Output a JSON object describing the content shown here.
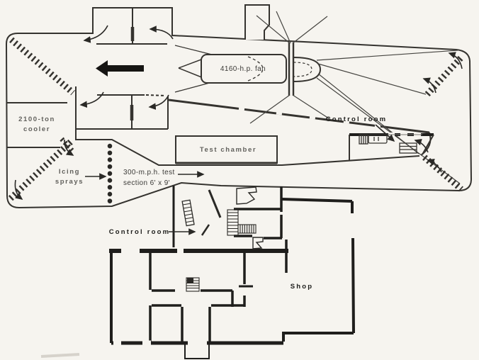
{
  "diagram": {
    "type": "facility-floor-plan",
    "labels": {
      "cooler_l1": "2100-ton",
      "cooler_l2": "cooler",
      "icing_l1": "Icing",
      "icing_l2": "sprays",
      "fan": "4160-h.p. fan",
      "control_room_upper": "Control room",
      "test_chamber": "Test chamber",
      "test_section_l1": "300-m.p.h. test",
      "test_section_l2": "section 6' x 9'",
      "control_room_lower": "Control room",
      "shop": "Shop"
    },
    "colors": {
      "background": "#f6f4ef",
      "ink": "#35332f",
      "heavy_wall": "#1f1e1c",
      "soft_label": "#61605c",
      "bold_label": "#1c1c1a"
    }
  }
}
